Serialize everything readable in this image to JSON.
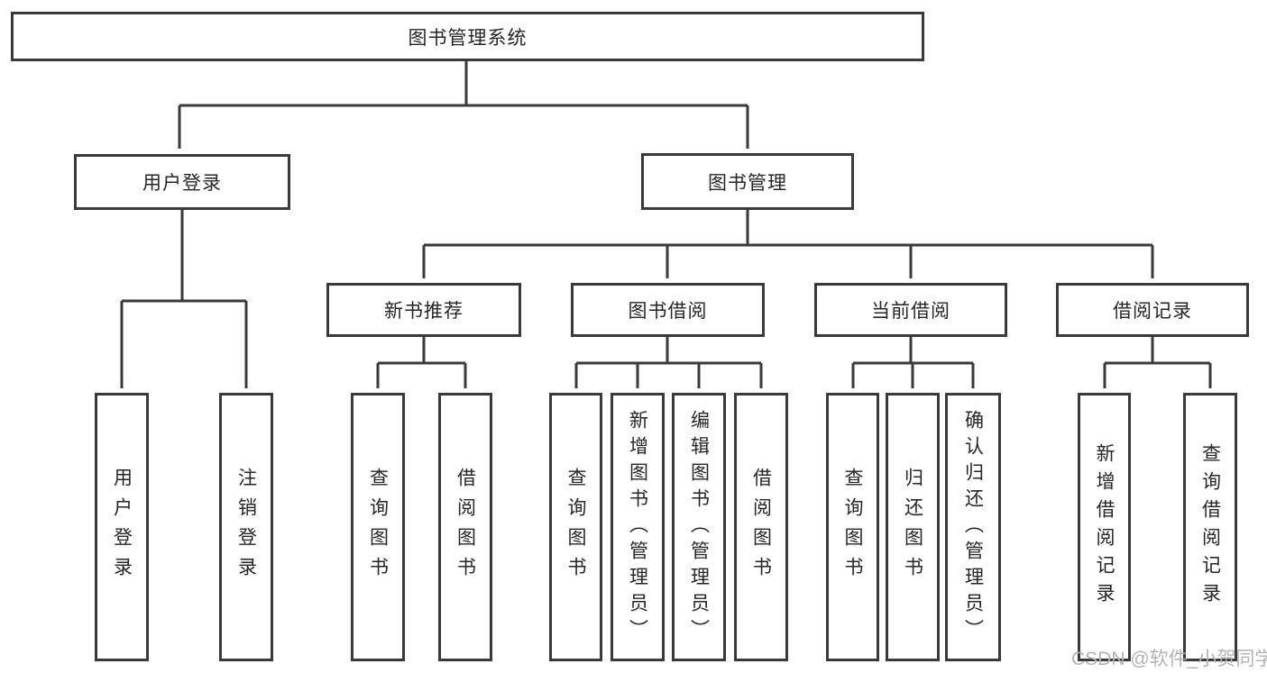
{
  "nodes": {
    "root": "图书管理系统",
    "user_login": "用户登录",
    "book_management": "图书管理",
    "new_book_recommend": "新书推荐",
    "book_borrow": "图书借阅",
    "current_borrow": "当前借阅",
    "borrow_records": "借阅记录",
    "leaf_user_login": "用户登录",
    "leaf_logout": "注销登录",
    "nb_query_book": "查询图书",
    "nb_borrow_book": "借阅图书",
    "bb_query_book": "查询图书",
    "bb_add_book": "新增图书（管理员）",
    "bb_edit_book": "编辑图书（管理员）",
    "bb_borrow_book": "借阅图书",
    "cb_query_book": "查询图书",
    "cb_return_book": "归还图书",
    "cb_confirm_return": "确认归还（管理员）",
    "br_add_record": "新增借阅记录",
    "br_query_record": "查询借阅记录"
  },
  "watermark": "CSDN @软件_小贺同学",
  "colors": {
    "line": "#3a3a3a",
    "box_border": "#3a3a3a",
    "box_fill": "#ffffff",
    "text": "#262626",
    "watermark": "#b3b3b3"
  }
}
